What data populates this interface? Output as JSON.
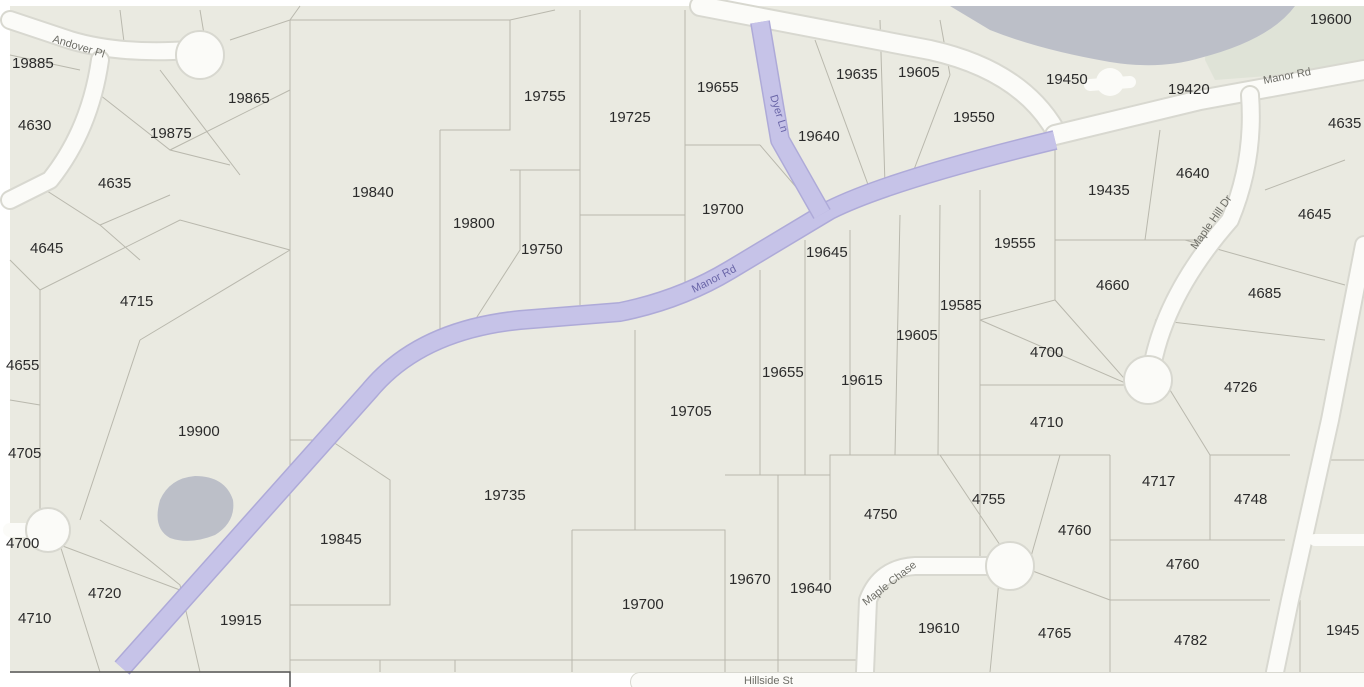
{
  "colors": {
    "land": "#eaeae1",
    "parcel_line": "#b9b8ad",
    "road": "#fbfbf8",
    "highlighted_road": "#c6c3e8",
    "water": "#bcbfc8",
    "park": "#dfe3d7"
  },
  "street_labels": {
    "andover_pl": "Andover Pl",
    "manor_rd_east": "Manor Rd",
    "manor_rd_main": "Manor Rd",
    "dyer_ln": "Dyer Ln",
    "maple_hill_dr": "Maple Hill Dr",
    "maple_chase": "Maple Chase",
    "hillside_st": "Hillside St"
  },
  "parcels": [
    "19600",
    "19885",
    "19865",
    "4630",
    "19875",
    "4635",
    "4645",
    "4715",
    "4655",
    "4705",
    "19900",
    "4700",
    "4720",
    "4710",
    "19915",
    "19840",
    "19845",
    "19800",
    "19755",
    "19750",
    "19725",
    "19735",
    "19655",
    "19700",
    "19635",
    "19605",
    "19640",
    "19645",
    "19550",
    "19450",
    "19420",
    "4635",
    "19435",
    "4640",
    "4645",
    "19555",
    "19585",
    "19605",
    "4660",
    "4685",
    "4700",
    "4726",
    "19705",
    "19655",
    "19615",
    "4710",
    "4717",
    "4748",
    "4750",
    "4755",
    "4760",
    "4760",
    "19670",
    "19640",
    "19700",
    "19610",
    "4765",
    "4782",
    "1945"
  ]
}
